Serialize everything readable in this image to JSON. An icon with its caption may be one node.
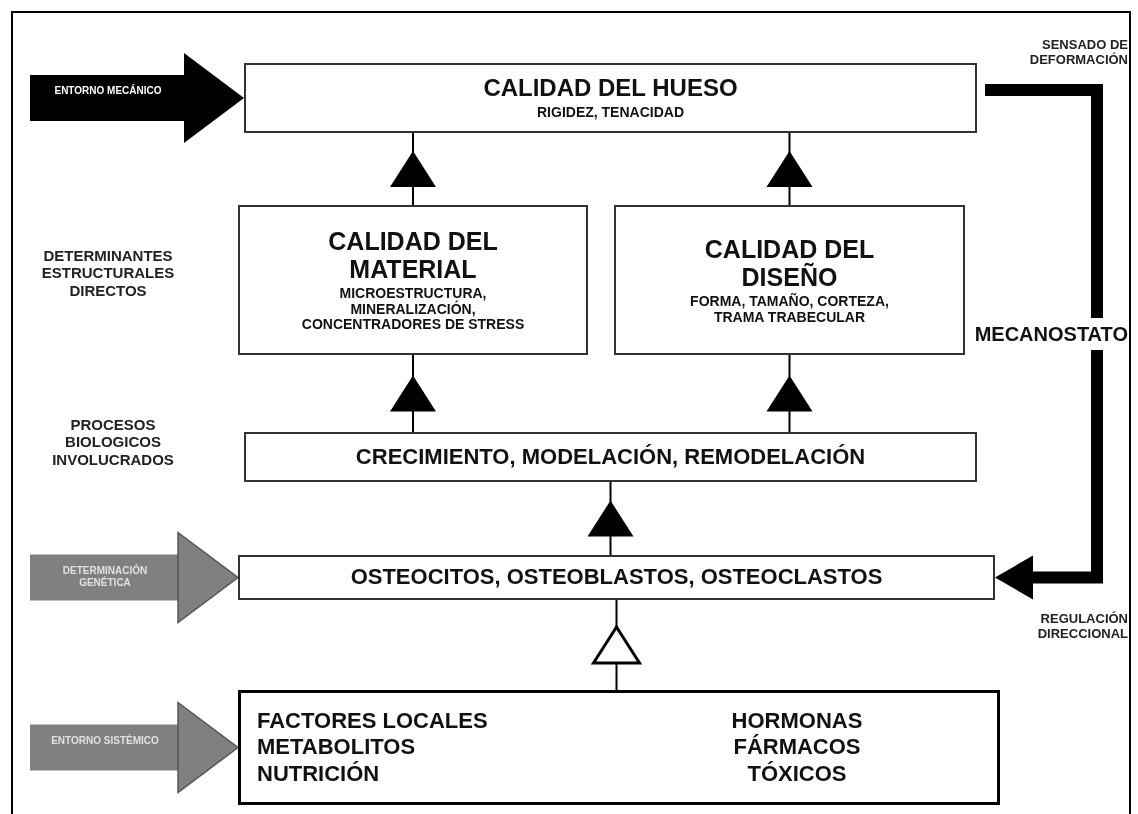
{
  "diagram": {
    "nodes": [
      {
        "text": [
          "CALIDAD DEL HUESO",
          "RIGIDEZ, TENACIDAD"
        ]
      },
      {
        "text": [
          "CALIDAD DEL MATERIAL",
          "MICROESTRUCTURA, MINERALIZACIÓN, CONCENTRADORES DE STRESS"
        ]
      },
      {
        "text": [
          "CALIDAD DEL DISEÑO",
          "FORMA, TAMAÑO, CORTEZA, TRAMA TRABECULAR"
        ]
      },
      {
        "text": [
          "CRECIMIENTO, MODELACIÓN, REMODELACIÓN"
        ]
      },
      {
        "text": [
          "OSTEOCITOS, OSTEOBLASTOS, OSTEOCLASTOS"
        ]
      },
      {
        "text": [
          "FACTORES LOCALES",
          "HORMONAS",
          "METABOLITOS",
          "FÁRMACOS",
          "NUTRICIÓN",
          "TÓXICOS"
        ]
      }
    ],
    "edges": [
      {
        "from": null,
        "to": 0,
        "arrow": "to",
        "label": "ENTORNO MECÁNICO",
        "style": "thick"
      },
      {
        "from": null,
        "to": 4,
        "arrow": "to",
        "label": "DETERMINACIÓN GENÉTICA",
        "style": "thick",
        "color": "#808080"
      },
      {
        "from": null,
        "to": 5,
        "arrow": "to",
        "label": "ENTORNO SISTÉMICO",
        "style": "thick",
        "color": "#808080"
      },
      {
        "from": 1,
        "to": 0,
        "arrow": "to"
      },
      {
        "from": 2,
        "to": 0,
        "arrow": "to"
      },
      {
        "from": 3,
        "to": 1,
        "arrow": "to"
      },
      {
        "from": 3,
        "to": 2,
        "arrow": "to"
      },
      {
        "from": 4,
        "to": 3,
        "arrow": "to"
      },
      {
        "from": 5,
        "to": 4,
        "arrow": "to"
      },
      {
        "from": 0,
        "to": 4,
        "arrow": "to",
        "label": "MECANOSTATO",
        "style": "thick"
      }
    ],
    "labels": [
      "SENSADO DE DEFORMACIÓN",
      "DETERMINANTES ESTRUCTURALES DIRECTOS",
      "PROCESOS BIOLOGICOS INVOLUCRADOS",
      "REGULACIÓN DIRECCIONAL"
    ]
  }
}
